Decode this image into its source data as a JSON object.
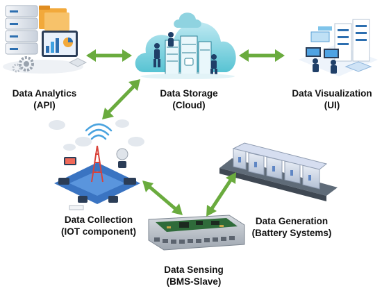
{
  "nodes": {
    "analytics": {
      "title": "Data Analytics",
      "subtitle": "(API)"
    },
    "storage": {
      "title": "Data Storage",
      "subtitle": "(Cloud)"
    },
    "visualization": {
      "title": "Data Visualization",
      "subtitle": "(UI)"
    },
    "collection": {
      "title": "Data Collection",
      "subtitle": "(IOT component)"
    },
    "generation": {
      "title": "Data Generation",
      "subtitle": "(Battery Systems)"
    },
    "sensing": {
      "title": "Data Sensing",
      "subtitle": "(BMS-Slave)"
    }
  },
  "colors": {
    "arrow": "#6aab3e",
    "server_blue": "#2d6fb0",
    "cloud_teal": "#3fb8c6",
    "folder_orange": "#f2a93b",
    "board_green": "#2f6b3a",
    "battery_blue": "#5f86c4"
  },
  "icons": {
    "analytics": "server-stack-dashboard-icon",
    "storage": "cloud-datacenter-people-icon",
    "visualization": "workstation-servers-icon",
    "collection": "iot-tower-network-icon",
    "generation": "battery-rack-icon",
    "sensing": "bms-circuit-board-icon"
  }
}
